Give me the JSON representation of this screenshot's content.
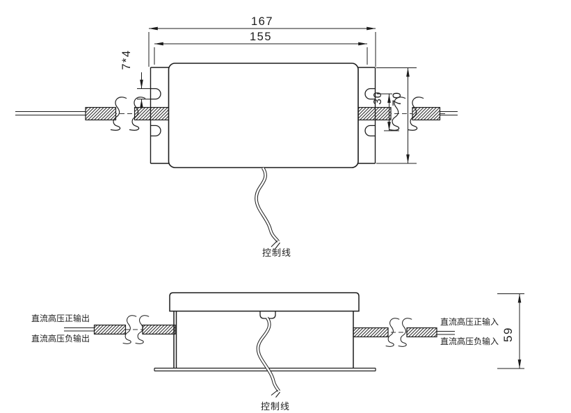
{
  "drawing": {
    "line_color": "#1c1c1c",
    "background": "#ffffff",
    "top_view": {
      "dim_outer_width": "167",
      "dim_inner_width": "155",
      "dim_slot": "7*4",
      "dim_slot_spacing": "30",
      "dim_flange_height": "70",
      "control_wire_label": "控制线"
    },
    "side_view": {
      "dim_height": "59",
      "label_dc_hv_pos_out": "直流高压正输出",
      "label_dc_hv_neg_out": "直流高压负输出",
      "label_dc_hv_pos_in": "直流高压正输入",
      "label_dc_hv_neg_in": "直流高压负输入",
      "control_wire_label": "控制线"
    }
  }
}
